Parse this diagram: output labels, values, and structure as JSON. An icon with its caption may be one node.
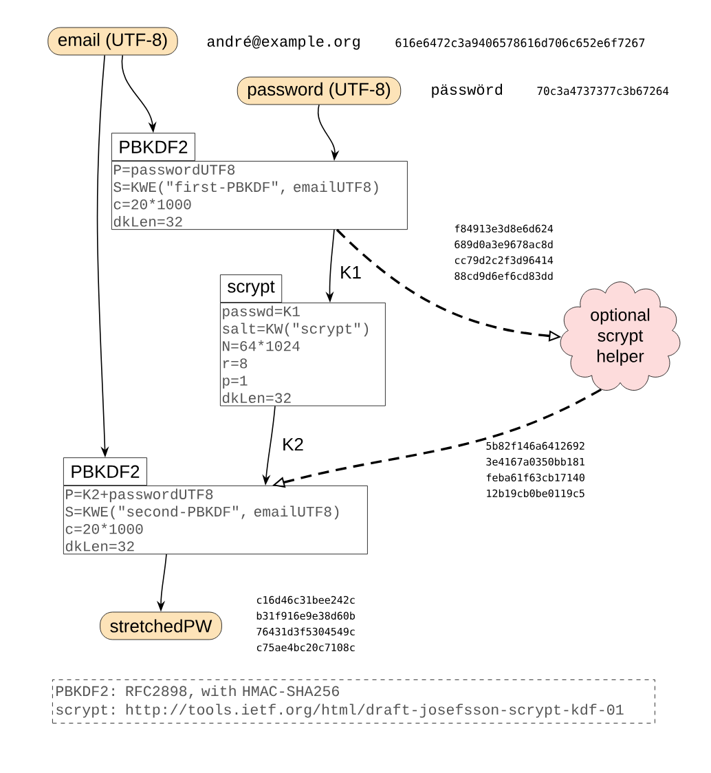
{
  "diagram": {
    "nodes": [
      {
        "text": [
          "email (UTF-8)"
        ],
        "beside": [
          "andré@example.org",
          "616e6472c3a9406578616d706c652e6f7267"
        ]
      },
      {
        "text": [
          "password (UTF-8)"
        ],
        "beside": [
          "pässwörd",
          "70c3a4737377c3b67264"
        ]
      },
      {
        "text": [
          "PBKDF2",
          "P=passwordUTF8",
          "S=KWE(\"first-PBKDF\", emailUTF8)",
          "c=20*1000",
          "dkLen=32"
        ]
      },
      {
        "text": [
          "scrypt",
          "passwd=K1",
          "salt=KW(\"scrypt\")",
          "N=64*1024",
          "r=8",
          "p=1",
          "dkLen=32"
        ]
      },
      {
        "text": [
          "optional scrypt helper"
        ]
      },
      {
        "text": [
          "PBKDF2",
          "P=K2+passwordUTF8",
          "S=KWE(\"second-PBKDF\", emailUTF8)",
          "c=20*1000",
          "dkLen=32"
        ]
      },
      {
        "text": [
          "stretchedPW"
        ],
        "beside": [
          "c16d46c31bee242c b31f916e9e38d60b 76431d3f5304549c c75ae4bc20c7108c"
        ]
      },
      {
        "text": [
          "PBKDF2: RFC2898, with HMAC-SHA256",
          "scrypt: http://tools.ietf.org/html/draft-josefsson-scrypt-kdf-01"
        ]
      }
    ],
    "edges": [
      {
        "from": 0,
        "to": 2,
        "arrow": "to"
      },
      {
        "from": 0,
        "to": 5,
        "arrow": "to"
      },
      {
        "from": 1,
        "to": 2,
        "arrow": "to"
      },
      {
        "from": 2,
        "to": 3,
        "arrow": "to",
        "label": "K1"
      },
      {
        "from": 2,
        "to": 4,
        "arrow": "to",
        "style": "dashed"
      },
      {
        "from": 3,
        "to": 5,
        "arrow": "to",
        "label": "K2"
      },
      {
        "from": 4,
        "to": 5,
        "arrow": "to",
        "style": "dashed"
      },
      {
        "from": 5,
        "to": 6,
        "arrow": "to"
      }
    ],
    "labels": [
      "f84913e3d8e6d624 689d0a3e9678ac8d cc79d2c2f3d96414 88cd9d6ef6cd83dd",
      "5b82f146a6412692 3e4167a0350bb181 feba61f63cb17140 12b19cb0be0119c5"
    ]
  }
}
